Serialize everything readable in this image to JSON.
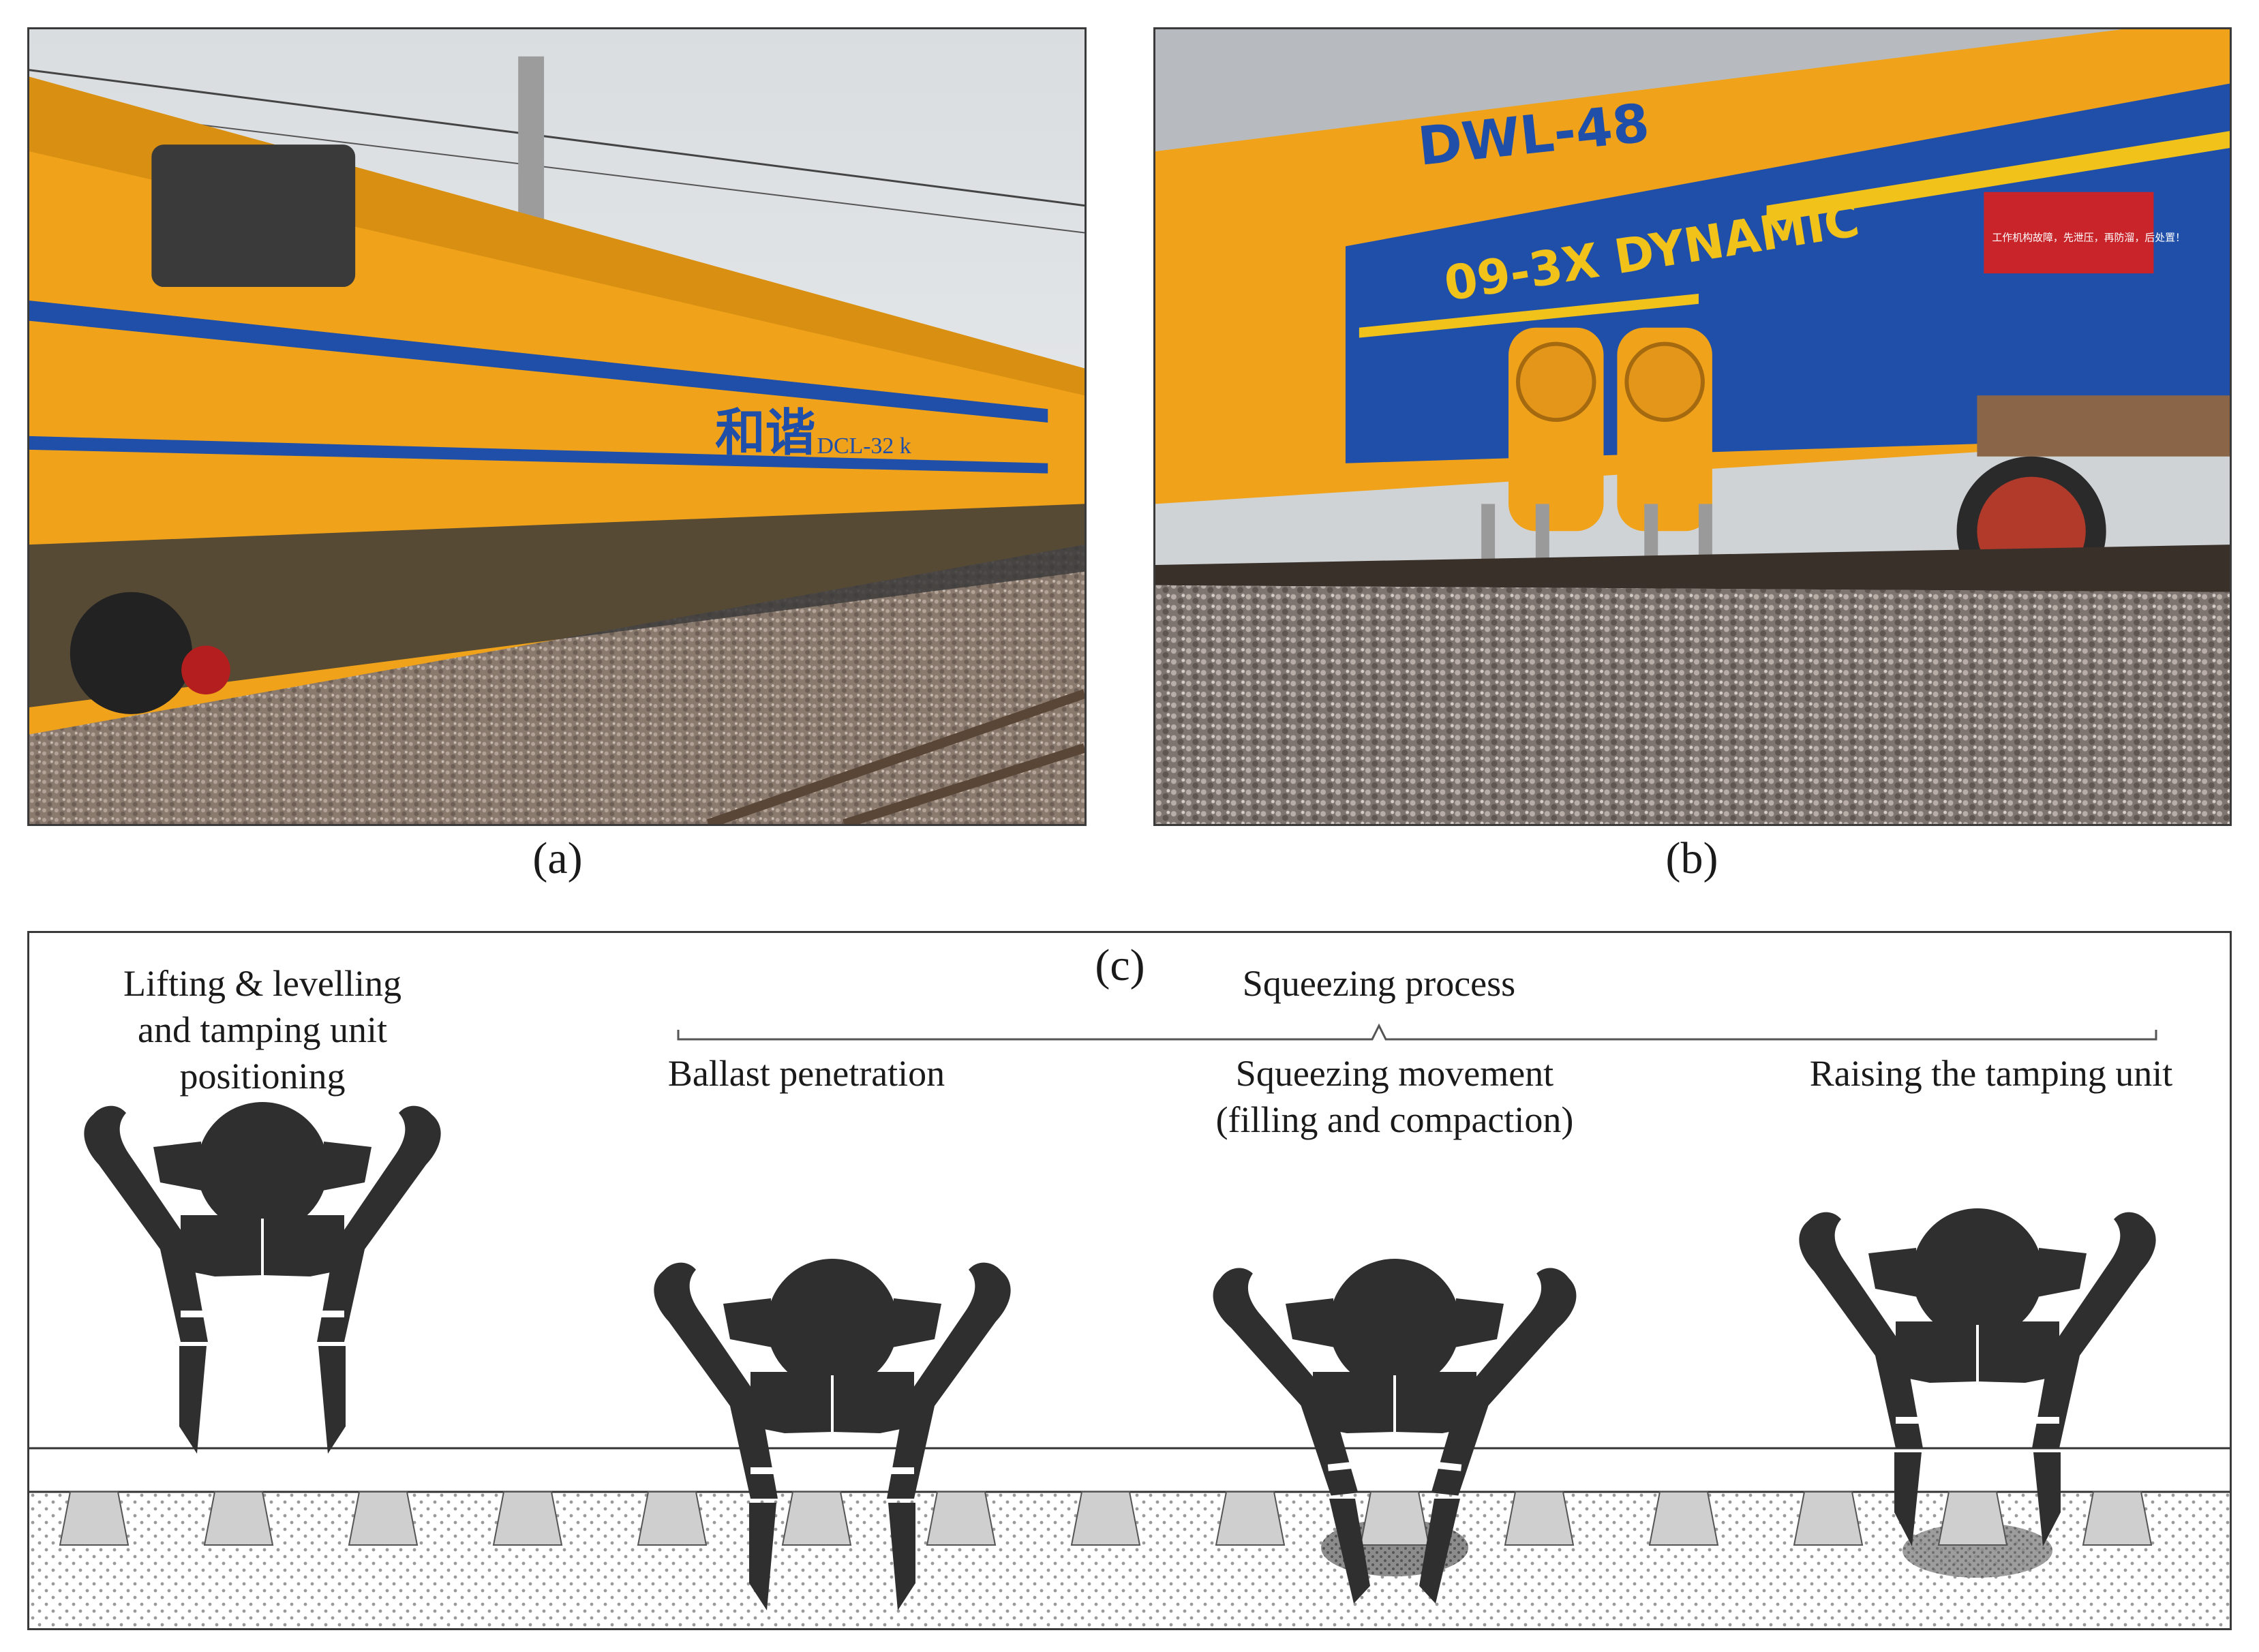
{
  "panel_a": {
    "label": "(a)",
    "photo_text": {
      "chinese_name": "和谐",
      "model": "DCL-32 k"
    }
  },
  "panel_b": {
    "label": "(b)",
    "photo_text": {
      "model_top": "DWL-48",
      "model_side": "09-3X DYNAMIC",
      "warning": "工作机构故障，先泄压，再防溜，后处置！"
    }
  },
  "panel_c": {
    "label": "(c)",
    "group_label": "Squeezing process",
    "steps": [
      {
        "title_lines": [
          "Lifting & levelling",
          "and tamping unit",
          "positioning"
        ]
      },
      {
        "title_lines": [
          "Ballast penetration"
        ]
      },
      {
        "title_lines": [
          "Squeezing movement",
          "(filling and compaction)"
        ]
      },
      {
        "title_lines": [
          "Raising the tamping unit"
        ]
      }
    ]
  },
  "colors": {
    "machine_yellow": "#f0a31a",
    "machine_blue": "#1f4fa8",
    "tamping_unit": "#2f2f2f",
    "sleeper": "#cfcfcf",
    "ballast_dots": "#9a9a9a"
  }
}
